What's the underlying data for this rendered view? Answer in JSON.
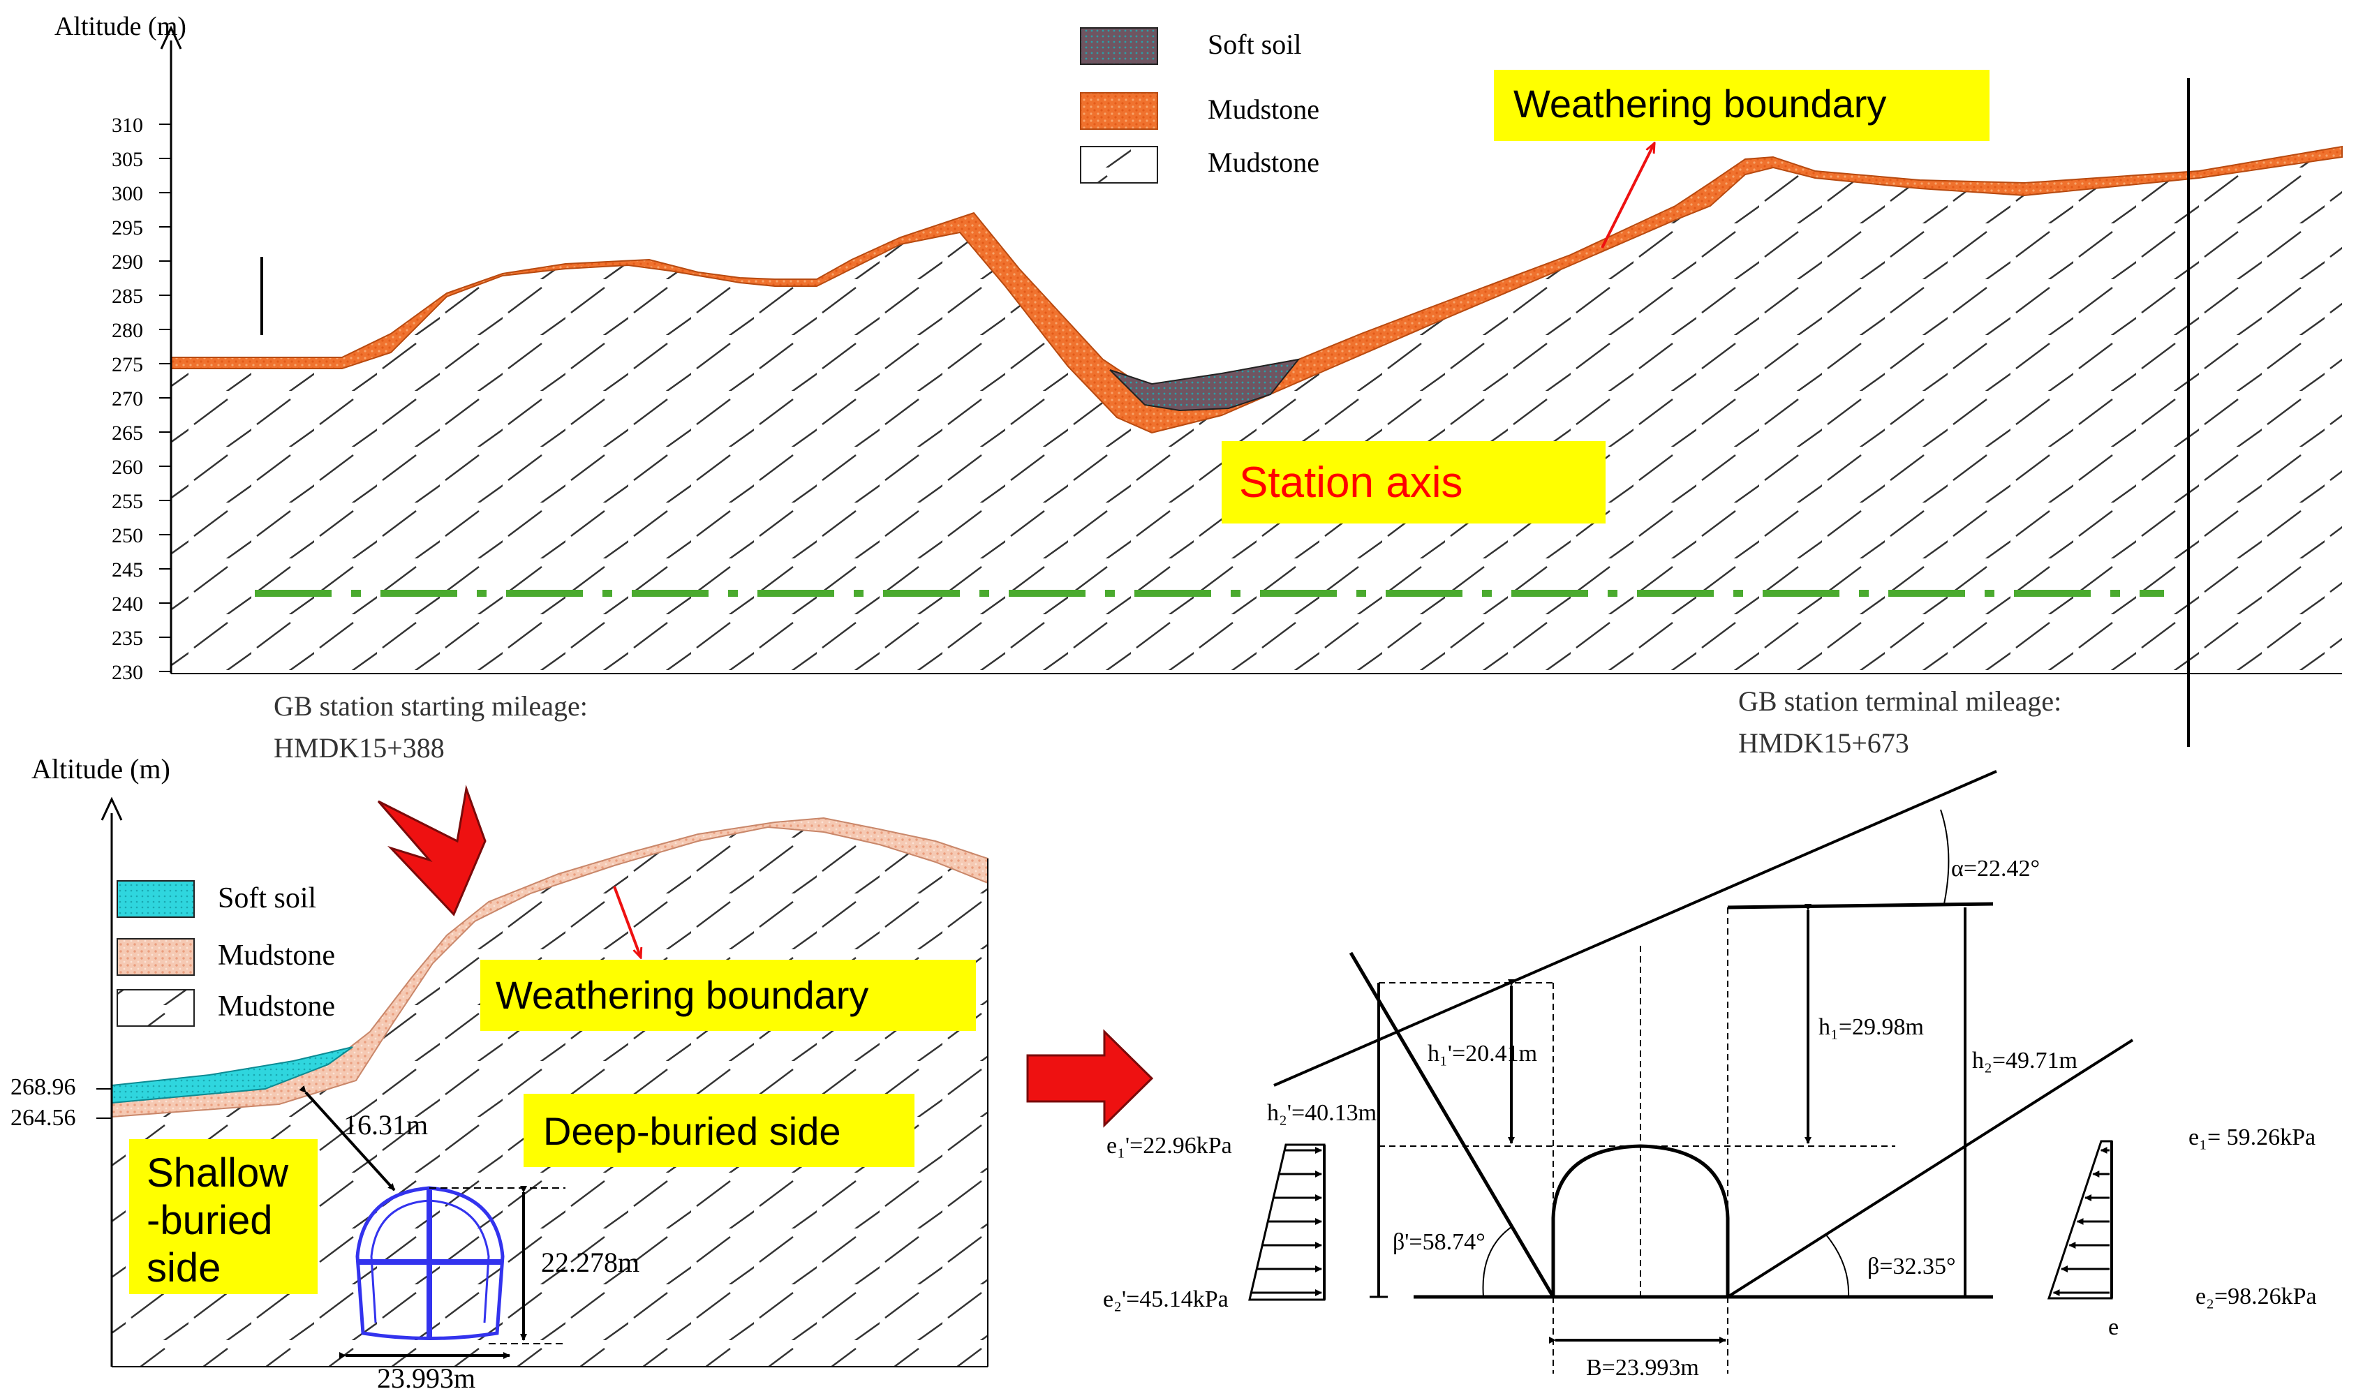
{
  "top_profile": {
    "y_axis_label": "Altitude (m)",
    "y_ticks": [
      "310",
      "305",
      "300",
      "295",
      "290",
      "285",
      "280",
      "275",
      "270",
      "265",
      "260",
      "255",
      "250",
      "245",
      "240",
      "235",
      "230"
    ],
    "legend": [
      {
        "label": "Soft soil",
        "swatch": "soft-soil-dark"
      },
      {
        "label": "Mudstone",
        "swatch": "mudstone-orange"
      },
      {
        "label": "Mudstone",
        "swatch": "hatch"
      }
    ],
    "weathering_label": "Weathering boundary",
    "station_axis_label": "Station axis",
    "start_mileage_line1": "GB station starting mileage:",
    "start_mileage_line2": "HMDK15+388",
    "end_mileage_line1": "GB station terminal mileage:",
    "end_mileage_line2": "HMDK15+673"
  },
  "bottom_left": {
    "y_axis_label": "Altitude (m)",
    "legend": [
      {
        "label": "Soft soil",
        "swatch": "soft-soil-cyan"
      },
      {
        "label": "Mudstone",
        "swatch": "mudstone-pink"
      },
      {
        "label": "Mudstone",
        "swatch": "hatch"
      }
    ],
    "elev_upper": "268.96",
    "elev_lower": "264.56",
    "cover_dim": "16.31m",
    "height_dim": "22.278m",
    "width_dim": "23.993m",
    "weathering_label": "Weathering boundary",
    "deep_label": "Deep-buried side",
    "shallow_line1": "Shallow",
    "shallow_line2": "-buried",
    "shallow_line3": "side"
  },
  "bottom_right": {
    "alpha": "α=22.42°",
    "h1": "h₁=29.98m",
    "h2": "h₂=49.71m",
    "h1p": "h₁'=20.41m",
    "h2p": "h₂'=40.13m",
    "e1p": "e₁'=22.96kPa",
    "e2p": "e₂'=45.14kPa",
    "e1": "e₁= 59.26kPa",
    "e2": "e₂=98.26kPa",
    "beta_p": "β'=58.74°",
    "beta": "β=32.35°",
    "B": "B=23.993m",
    "e": "e"
  },
  "colors": {
    "weathered_orange": "#f0722e",
    "soft_soil_dark": "#6f5561",
    "soft_soil_cyan": "#2fd6de",
    "mudstone_pink": "#f5c9b3",
    "station_axis_green": "#4aaa2e",
    "callout_yellow": "#ffff00",
    "callout_red_text": "#ff0000",
    "arrow_red": "#ee1111",
    "tunnel_blue": "#3333ee"
  }
}
